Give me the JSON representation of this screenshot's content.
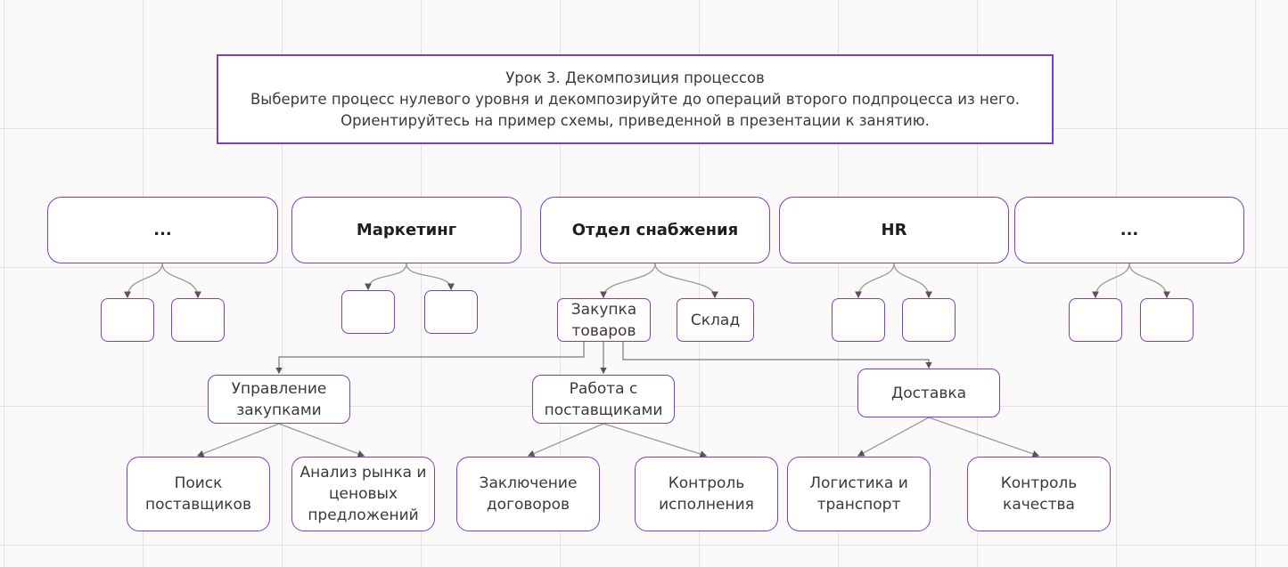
{
  "header": {
    "line1": "Урок 3. Декомпозиция процессов",
    "line2": "Выберите процесс нулевого уровня и декомпозируйте до операций второго подпроцесса из него.",
    "line3": "Ориентируйтесь на пример схемы, приведенной в презентации к занятию."
  },
  "departments": [
    "...",
    "Маркетинг",
    "Отдел снабжения",
    "HR",
    "..."
  ],
  "level1": {
    "purchase": "Закупка\nтоваров",
    "warehouse": "Склад"
  },
  "level2": {
    "procurement": "Управление\nзакупками",
    "suppliers": "Работа с\nпоставщиками",
    "delivery": "Доставка"
  },
  "level3": {
    "search": "Поиск\nпоставщиков",
    "market": "Анализ рынка и\nценовых\nпредложений",
    "contracts": "Заключение\nдоговоров",
    "execution": "Контроль\nисполнения",
    "logistics": "Логистика и\nтранспорт",
    "quality": "Контроль\nкачества"
  },
  "colors": {
    "border": "#7a3fc4",
    "connector": "#9a9a9a",
    "grid": "#e4e4e4"
  }
}
